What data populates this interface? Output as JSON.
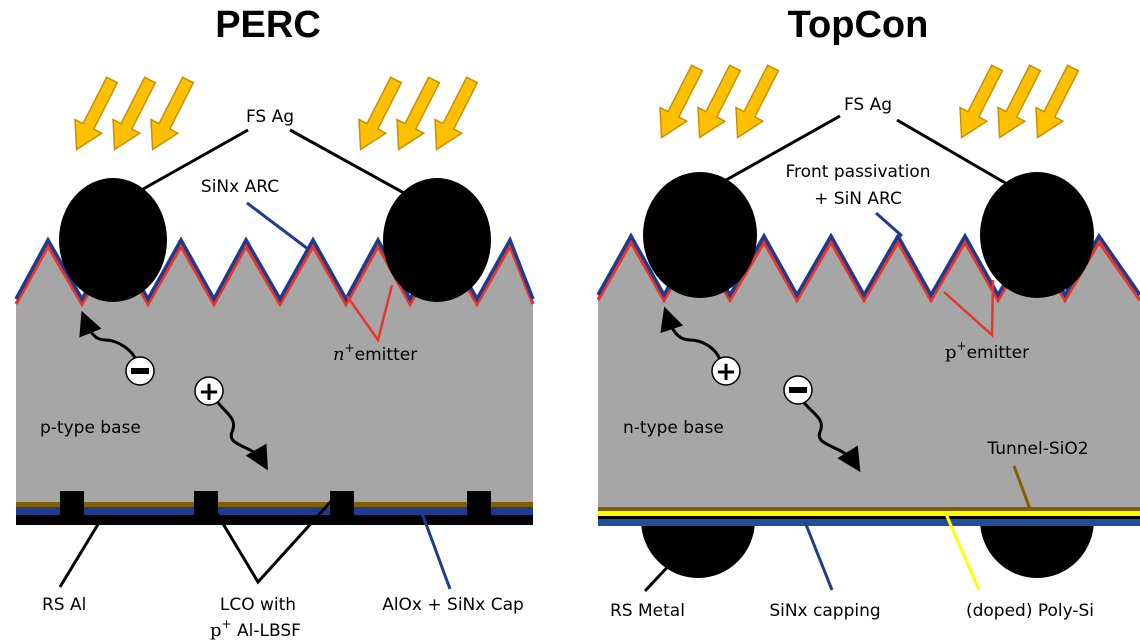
{
  "perc": {
    "title": "PERC",
    "fs_ag": "FS Ag",
    "sinx_arc": "SiNx ARC",
    "emitter_prefix": "n",
    "emitter_sup": "+",
    "emitter_suffix": "emitter",
    "base": "p-type base",
    "minus": "−",
    "plus": "+",
    "rs_al": "RS Al",
    "lco_line1": "LCO with",
    "lco_prefix": "p",
    "lco_sup": "+",
    "lco_suffix": " Al-LBSF",
    "alox": "AlOx + SiNx Cap"
  },
  "topcon": {
    "title": "TopCon",
    "fs_ag": "FS Ag",
    "front_pass_line1": "Front passivation",
    "front_pass_line2": "+ SiN ARC",
    "emitter_prefix": "p",
    "emitter_sup": "+",
    "emitter_suffix": "emitter",
    "base": "n-type base",
    "plus": "+",
    "minus": "−",
    "tunnel": "Tunnel-SiO2",
    "rs_metal": "RS Metal",
    "sinx_capping": "SiNx capping",
    "polysi": "(doped) Poly-Si"
  },
  "colors": {
    "silicon": "#a6a6a6",
    "arc_blue": "#1f3b8c",
    "emitter_red": "#e8352a",
    "arrow_fill": "#ffc000",
    "arrow_stroke": "#c89000",
    "tunnel_brown": "#7f6000",
    "poly_yellow": "#ffff00",
    "capping_blue": "#1f4e9a",
    "metal": "#000000"
  }
}
